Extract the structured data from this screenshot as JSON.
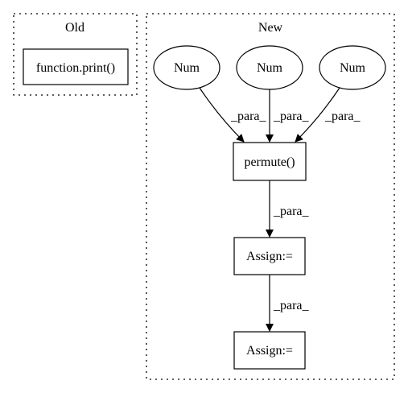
{
  "clusters": {
    "old": {
      "label": "Old"
    },
    "new": {
      "label": "New"
    }
  },
  "nodes": {
    "print": {
      "label": "function.print()"
    },
    "num1": {
      "label": "Num"
    },
    "num2": {
      "label": "Num"
    },
    "num3": {
      "label": "Num"
    },
    "permute": {
      "label": "permute()"
    },
    "assign1": {
      "label": "Assign:="
    },
    "assign2": {
      "label": "Assign:="
    }
  },
  "edges": {
    "num1_permute": {
      "label": "_para_"
    },
    "num2_permute": {
      "label": "_para_"
    },
    "num3_permute": {
      "label": "_para_"
    },
    "permute_assign1": {
      "label": "_para_"
    },
    "assign1_assign2": {
      "label": "_para_"
    }
  }
}
